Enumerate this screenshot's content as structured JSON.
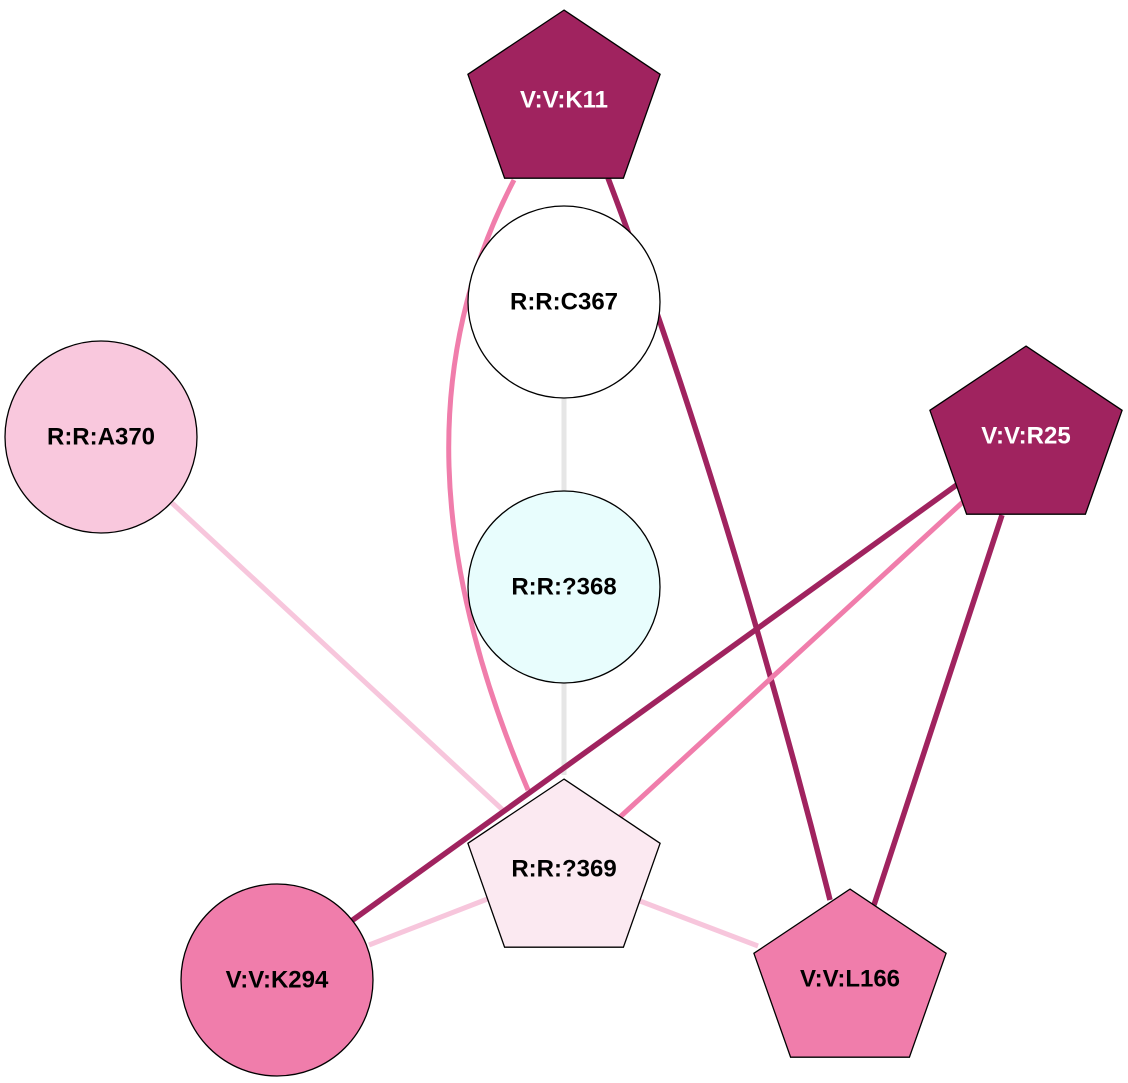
{
  "graph": {
    "title": "",
    "palette": {
      "dark": "#a0235f",
      "medium": "#f07dab",
      "light": "#f7c6dc",
      "neutral": "#e6e6e6"
    },
    "nodes": [
      {
        "id": "V:V:K11",
        "label": "V:V:K11",
        "shape": "pentagon",
        "fill": "#a0235f",
        "text_color": "#ffffff"
      },
      {
        "id": "R:R:C367",
        "label": "R:R:C367",
        "shape": "circle",
        "fill": "#ffffff",
        "text_color": "#000000"
      },
      {
        "id": "R:R:?368",
        "label": "R:R:?368",
        "shape": "circle",
        "fill": "#e8fdfd",
        "text_color": "#000000"
      },
      {
        "id": "R:R:?369",
        "label": "R:R:?369",
        "shape": "pentagon",
        "fill": "#fbe9f1",
        "text_color": "#000000"
      },
      {
        "id": "R:R:A370",
        "label": "R:R:A370",
        "shape": "circle",
        "fill": "#f9c8dd",
        "text_color": "#000000"
      },
      {
        "id": "V:V:R25",
        "label": "V:V:R25",
        "shape": "pentagon",
        "fill": "#a0235f",
        "text_color": "#ffffff"
      },
      {
        "id": "V:V:K294",
        "label": "V:V:K294",
        "shape": "circle",
        "fill": "#f07dab",
        "text_color": "#000000"
      },
      {
        "id": "V:V:L166",
        "label": "V:V:L166",
        "shape": "pentagon",
        "fill": "#f07dab",
        "text_color": "#000000"
      }
    ],
    "edges": [
      {
        "source": "V:V:K11",
        "target": "R:R:?369",
        "color": "#f07dab",
        "strength": "medium"
      },
      {
        "source": "V:V:K11",
        "target": "V:V:L166",
        "color": "#a0235f",
        "strength": "strong"
      },
      {
        "source": "R:R:C367",
        "target": "R:R:?368",
        "color": "#e6e6e6",
        "strength": "neutral"
      },
      {
        "source": "R:R:?368",
        "target": "R:R:?369",
        "color": "#e6e6e6",
        "strength": "neutral"
      },
      {
        "source": "R:R:A370",
        "target": "R:R:?369",
        "color": "#f7c6dc",
        "strength": "weak"
      },
      {
        "source": "V:V:R25",
        "target": "V:V:K294",
        "color": "#a0235f",
        "strength": "strong"
      },
      {
        "source": "V:V:R25",
        "target": "R:R:?369",
        "color": "#f07dab",
        "strength": "medium"
      },
      {
        "source": "V:V:R25",
        "target": "V:V:L166",
        "color": "#a0235f",
        "strength": "strong"
      },
      {
        "source": "R:R:?369",
        "target": "V:V:K294",
        "color": "#f7c6dc",
        "strength": "weak"
      },
      {
        "source": "R:R:?369",
        "target": "V:V:L166",
        "color": "#f7c6dc",
        "strength": "weak"
      }
    ]
  }
}
